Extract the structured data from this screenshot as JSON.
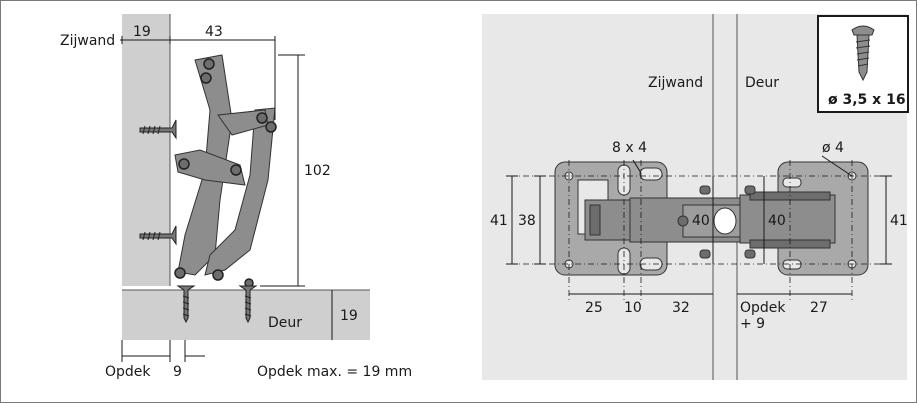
{
  "left_view": {
    "side_wall_label": "Zijwand",
    "door_label": "Deur",
    "dim_wall": "19",
    "dim_width": "43",
    "dim_height": "102",
    "dim_door": "19",
    "overlay_label": "Opdek",
    "dim_offset": "9",
    "overlay_max_note": "Opdek max. = 19 mm"
  },
  "right_view": {
    "side_wall_label": "Zijwand",
    "door_label": "Deur",
    "slot_label": "8 x 4",
    "hole_label": "ø 4",
    "dim_left_outer": "41",
    "dim_left_inner": "38",
    "dim_center_left": "40",
    "dim_center_right": "40",
    "dim_right": "41",
    "dim_25": "25",
    "dim_10": "10",
    "dim_32": "32",
    "overlay_label": "Opdek",
    "overlay_plus": "+ 9",
    "dim_27": "27"
  },
  "screw_box": {
    "label": "ø 3,5 x 16"
  },
  "colors": {
    "panel": "#cfcfcf",
    "hinge": "#8d8d8d",
    "plate": "#a9a9a9",
    "background_right": "#e8e8e8"
  }
}
